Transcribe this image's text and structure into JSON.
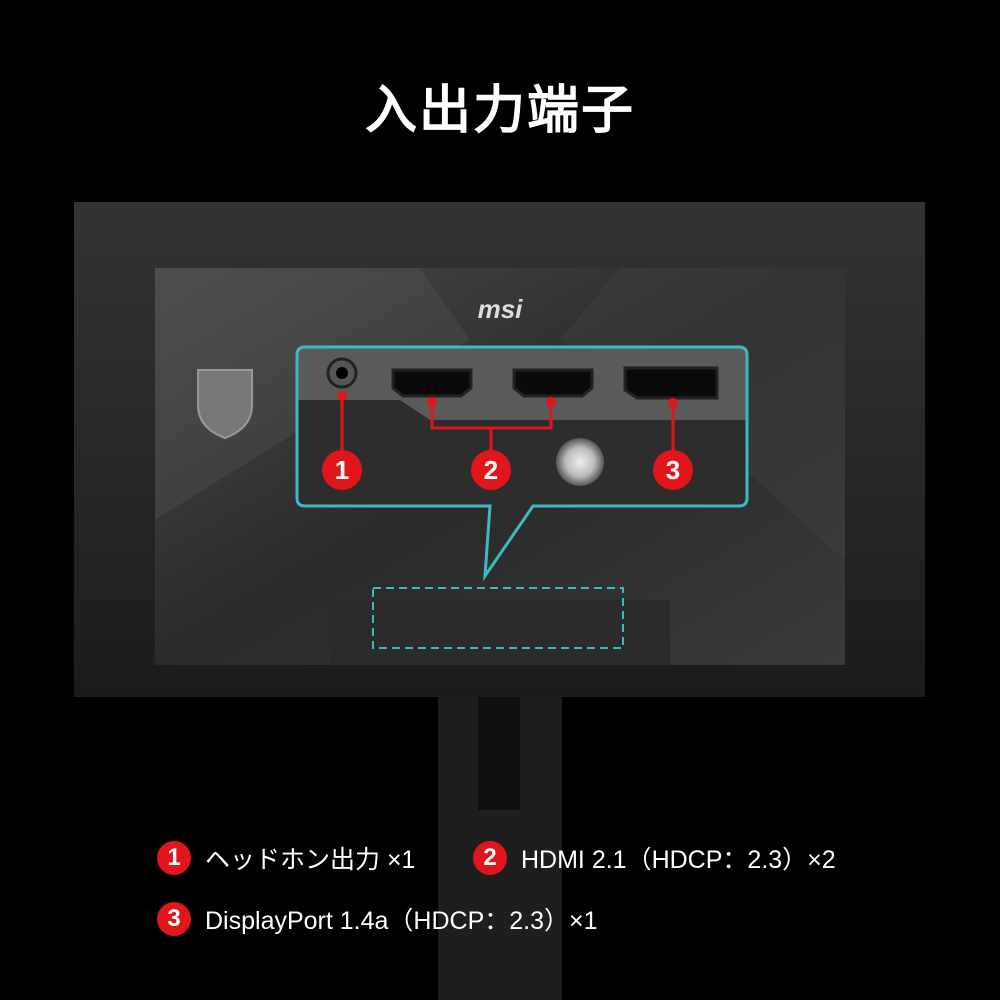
{
  "title": "入出力端子",
  "brand_logo": "msi",
  "colors": {
    "accent_red": "#e0161c",
    "callout_teal": "#3fb8c0",
    "background": "#000000"
  },
  "markers": [
    "1",
    "2",
    "3"
  ],
  "legend": [
    {
      "number": "1",
      "label": "ヘッドホン出力 ×1"
    },
    {
      "number": "2",
      "label": "HDMI 2.1（HDCP：2.3）×2"
    },
    {
      "number": "3",
      "label": "DisplayPort 1.4a（HDCP：2.3）×1"
    }
  ]
}
